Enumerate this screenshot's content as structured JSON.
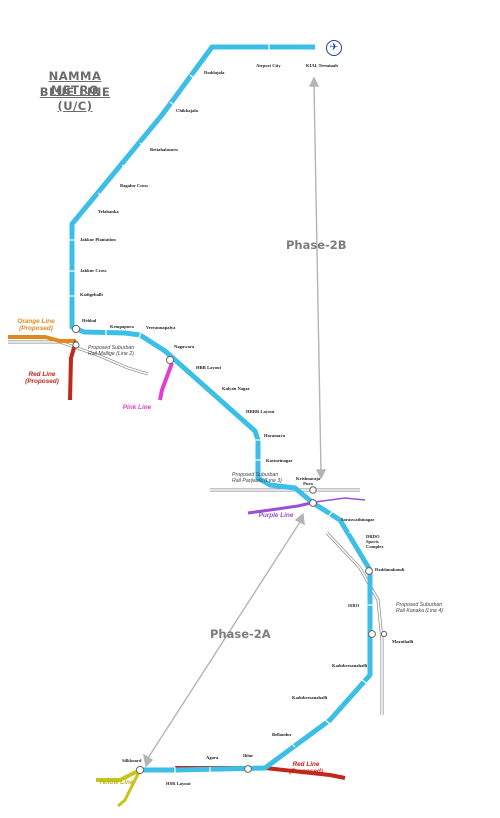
{
  "title": {
    "line1": "NAMMA METRO",
    "line2": "BLUE LINE (U/C)"
  },
  "phases": {
    "phase_2b": "Phase-2B",
    "phase_2a": "Phase-2A"
  },
  "airport_icon": "airplane-icon",
  "stations": [
    {
      "id": "kial",
      "name": "KIAL Terminals"
    },
    {
      "id": "airport_city",
      "name": "Airport City"
    },
    {
      "id": "doddajala",
      "name": "Doddajala"
    },
    {
      "id": "chikkajala",
      "name": "Chikkajala"
    },
    {
      "id": "bettahalasuru",
      "name": "Bettahalasuru"
    },
    {
      "id": "bagalur_cross",
      "name": "Bagalur Cross"
    },
    {
      "id": "yelahanka",
      "name": "Yelahanka"
    },
    {
      "id": "jakkur_plantation",
      "name": "Jakkur Plantation"
    },
    {
      "id": "jakkur_cross",
      "name": "Jakkur Cross"
    },
    {
      "id": "kodigehalli",
      "name": "Kodigehalli"
    },
    {
      "id": "hebbal",
      "name": "Hebbal"
    },
    {
      "id": "kempapura",
      "name": "Kempapura"
    },
    {
      "id": "veerannapalya",
      "name": "Veerannapalya"
    },
    {
      "id": "nagawara",
      "name": "Nagawara"
    },
    {
      "id": "hbr_layout",
      "name": "HBR Layout"
    },
    {
      "id": "kalyan_nagar",
      "name": "Kalyan Nagar"
    },
    {
      "id": "hrbr_layout",
      "name": "HRBR Layout"
    },
    {
      "id": "horamavu",
      "name": "Horamavu"
    },
    {
      "id": "kasturinagar",
      "name": "Kasturinagar"
    },
    {
      "id": "krishnarajapura",
      "name": "Krishnaraja Pura"
    },
    {
      "id": "saraswathinagar",
      "name": "Saraswathinagar"
    },
    {
      "id": "drdo",
      "name": "DRDO Sports Complex"
    },
    {
      "id": "doddanakundi",
      "name": "Doddanakundi"
    },
    {
      "id": "isro",
      "name": "ISRO"
    },
    {
      "id": "marathalli",
      "name": "Marathalli"
    },
    {
      "id": "kadubeesanahalli",
      "name": "Kadubeesanahalli"
    },
    {
      "id": "kodibeesanahalli",
      "name": "Kadubeesanahalli"
    },
    {
      "id": "bellandur",
      "name": "Bellandur"
    },
    {
      "id": "iblur",
      "name": "Iblur"
    },
    {
      "id": "agara",
      "name": "Agara"
    },
    {
      "id": "hsr_layout",
      "name": "HSR Layout"
    },
    {
      "id": "silkboard",
      "name": "Silkboard"
    }
  ],
  "line_labels": {
    "orange": "Orange Line (Proposed)",
    "red_north": "Red Line (Proposed)",
    "pink": "Pink Line",
    "purple": "Purple Line",
    "yellow": "Yellow Line",
    "red_south": "Red Line (Proposed)"
  },
  "suburban_notes": {
    "line2": "Proposed Suburban Rail Mallige (Line 2)",
    "line3": "Proposed Suburban Rail Parijaata (Line 3)",
    "line4": "Proposed Suburban Rail Kanaka (Line 4)"
  },
  "colors": {
    "blue": "#3bbfe6",
    "orange": "#e08a1e",
    "red": "#c0281b",
    "pink": "#e040d0",
    "purple": "#9a4fd6",
    "yellow": "#c7c41a",
    "grey_rail": "#8a8a8a",
    "phase_arrow": "#b0b0b0"
  }
}
